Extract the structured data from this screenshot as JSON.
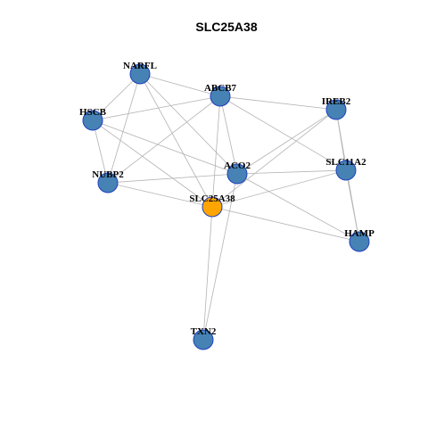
{
  "title": "SLC25A38",
  "colors": {
    "background": "#ffffff",
    "node_fill": "#4682b4",
    "node_stroke": "#1f3fbf",
    "center_fill": "#ffa500",
    "edge": "#b3b3b3"
  },
  "nodes": [
    {
      "id": "SLC25A38",
      "label": "SLC25A38",
      "center": true
    },
    {
      "id": "NARFL",
      "label": "NARFL"
    },
    {
      "id": "ABCB7",
      "label": "ABCB7"
    },
    {
      "id": "IREB2",
      "label": "IREB2"
    },
    {
      "id": "HSCB",
      "label": "HSCB"
    },
    {
      "id": "ACO2",
      "label": "ACO2"
    },
    {
      "id": "SLC11A2",
      "label": "SLC11A2"
    },
    {
      "id": "NUBP2",
      "label": "NUBP2"
    },
    {
      "id": "HAMP",
      "label": "HAMP"
    },
    {
      "id": "TXN2",
      "label": "TXN2"
    }
  ],
  "edges": [
    [
      "NARFL",
      "ABCB7"
    ],
    [
      "NARFL",
      "HSCB"
    ],
    [
      "NARFL",
      "NUBP2"
    ],
    [
      "NARFL",
      "ACO2"
    ],
    [
      "NARFL",
      "SLC25A38"
    ],
    [
      "ABCB7",
      "IREB2"
    ],
    [
      "ABCB7",
      "HSCB"
    ],
    [
      "ABCB7",
      "NUBP2"
    ],
    [
      "ABCB7",
      "ACO2"
    ],
    [
      "ABCB7",
      "SLC11A2"
    ],
    [
      "ABCB7",
      "SLC25A38"
    ],
    [
      "HSCB",
      "ACO2"
    ],
    [
      "HSCB",
      "NUBP2"
    ],
    [
      "HSCB",
      "SLC25A38"
    ],
    [
      "IREB2",
      "ACO2"
    ],
    [
      "IREB2",
      "SLC11A2"
    ],
    [
      "IREB2",
      "HAMP"
    ],
    [
      "IREB2",
      "SLC25A38"
    ],
    [
      "NUBP2",
      "ACO2"
    ],
    [
      "NUBP2",
      "SLC25A38"
    ],
    [
      "ACO2",
      "SLC11A2"
    ],
    [
      "ACO2",
      "HAMP"
    ],
    [
      "ACO2",
      "TXN2"
    ],
    [
      "SLC11A2",
      "HAMP"
    ],
    [
      "SLC11A2",
      "SLC25A38"
    ],
    [
      "SLC25A38",
      "HAMP"
    ],
    [
      "SLC25A38",
      "TXN2"
    ]
  ]
}
